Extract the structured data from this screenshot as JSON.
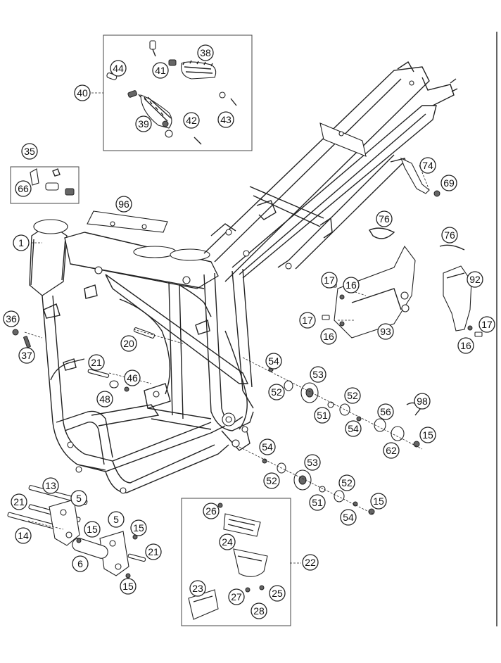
{
  "callouts": [
    {
      "id": "c38",
      "label": "38"
    },
    {
      "id": "c44",
      "label": "44"
    },
    {
      "id": "c41",
      "label": "41"
    },
    {
      "id": "c40",
      "label": "40"
    },
    {
      "id": "c39",
      "label": "39"
    },
    {
      "id": "c42",
      "label": "42"
    },
    {
      "id": "c43",
      "label": "43"
    },
    {
      "id": "c35",
      "label": "35"
    },
    {
      "id": "c66",
      "label": "66"
    },
    {
      "id": "c96",
      "label": "96"
    },
    {
      "id": "c74",
      "label": "74"
    },
    {
      "id": "c69",
      "label": "69"
    },
    {
      "id": "c1",
      "label": "1"
    },
    {
      "id": "c76a",
      "label": "76"
    },
    {
      "id": "c76b",
      "label": "76"
    },
    {
      "id": "c92",
      "label": "92"
    },
    {
      "id": "c17a",
      "label": "17"
    },
    {
      "id": "c16a",
      "label": "16"
    },
    {
      "id": "c17b",
      "label": "17"
    },
    {
      "id": "c16b",
      "label": "16"
    },
    {
      "id": "c93",
      "label": "93"
    },
    {
      "id": "c17c",
      "label": "17"
    },
    {
      "id": "c16c",
      "label": "16"
    },
    {
      "id": "c36",
      "label": "36"
    },
    {
      "id": "c37",
      "label": "37"
    },
    {
      "id": "c20",
      "label": "20"
    },
    {
      "id": "c21a",
      "label": "21"
    },
    {
      "id": "c46",
      "label": "46"
    },
    {
      "id": "c48",
      "label": "48"
    },
    {
      "id": "c54a",
      "label": "54"
    },
    {
      "id": "c53a",
      "label": "53"
    },
    {
      "id": "c52a",
      "label": "52"
    },
    {
      "id": "c52b",
      "label": "52"
    },
    {
      "id": "c51a",
      "label": "51"
    },
    {
      "id": "c56",
      "label": "56"
    },
    {
      "id": "c98",
      "label": "98"
    },
    {
      "id": "c54b",
      "label": "54"
    },
    {
      "id": "c15a",
      "label": "15"
    },
    {
      "id": "c62",
      "label": "62"
    },
    {
      "id": "c54c",
      "label": "54"
    },
    {
      "id": "c53b",
      "label": "53"
    },
    {
      "id": "c52c",
      "label": "52"
    },
    {
      "id": "c52d",
      "label": "52"
    },
    {
      "id": "c51b",
      "label": "51"
    },
    {
      "id": "c15b",
      "label": "15"
    },
    {
      "id": "c54d",
      "label": "54"
    },
    {
      "id": "c13",
      "label": "13"
    },
    {
      "id": "c5a",
      "label": "5"
    },
    {
      "id": "c21b",
      "label": "21"
    },
    {
      "id": "c5b",
      "label": "5"
    },
    {
      "id": "c15c",
      "label": "15"
    },
    {
      "id": "c15d",
      "label": "15"
    },
    {
      "id": "c14",
      "label": "14"
    },
    {
      "id": "c6",
      "label": "6"
    },
    {
      "id": "c21c",
      "label": "21"
    },
    {
      "id": "c15e",
      "label": "15"
    },
    {
      "id": "c26",
      "label": "26"
    },
    {
      "id": "c24",
      "label": "24"
    },
    {
      "id": "c22",
      "label": "22"
    },
    {
      "id": "c23",
      "label": "23"
    },
    {
      "id": "c27",
      "label": "27"
    },
    {
      "id": "c25",
      "label": "25"
    },
    {
      "id": "c28",
      "label": "28"
    }
  ]
}
